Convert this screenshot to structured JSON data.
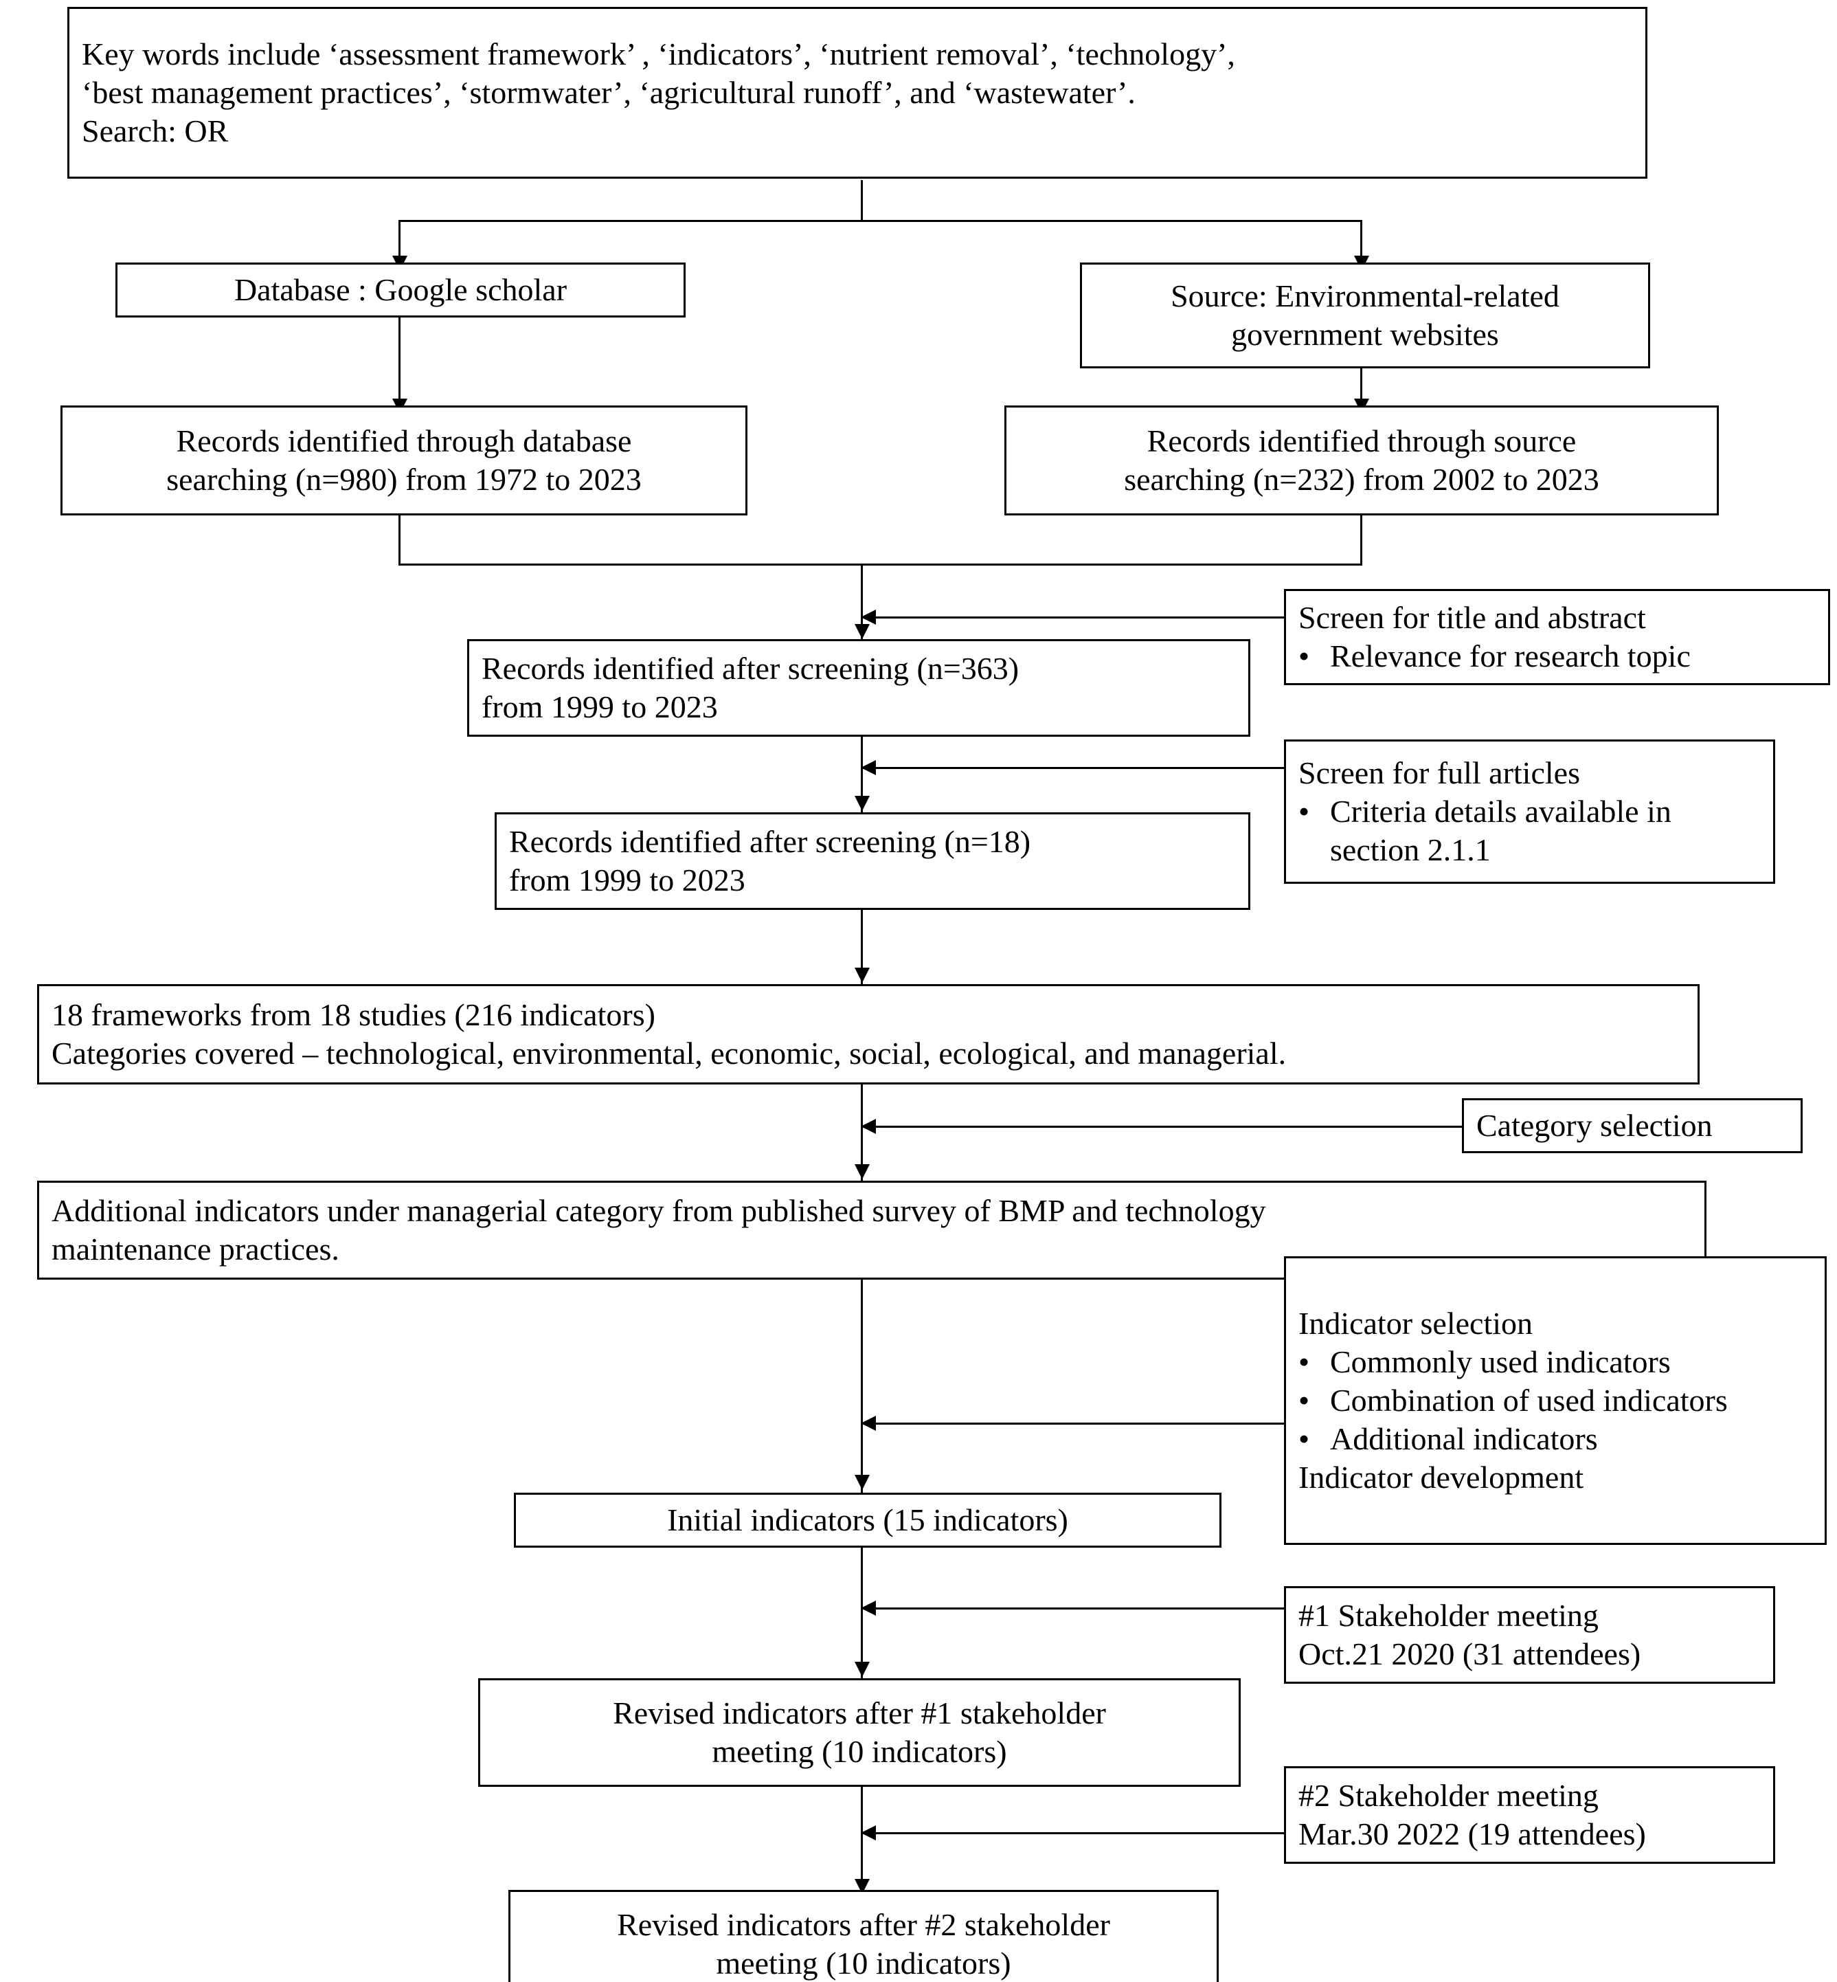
{
  "diagram": {
    "title": "Systematic review and indicator development flowchart",
    "accent_color": "#000000",
    "background_color": "#ffffff"
  },
  "nodes": {
    "keywords": {
      "line1": "Key words include ‘assessment framework’ , ‘indicators’, ‘nutrient removal’, ‘technology’,",
      "line2": "‘best management practices’, ‘stormwater’, ‘agricultural runoff’, and ‘wastewater’.",
      "line3": "Search: OR"
    },
    "database": {
      "line1": "Database : Google scholar"
    },
    "source": {
      "line1": "Source: Environmental-related",
      "line2": "government websites"
    },
    "records_database": {
      "line1": "Records identified through database",
      "line2": "searching (n=980) from 1972 to 2023"
    },
    "records_source": {
      "line1": "Records identified through source",
      "line2": "searching (n=232) from 2002 to 2023"
    },
    "screened_363": {
      "line1": "Records identified after screening (n=363)",
      "line2": "from 1999 to 2023"
    },
    "screened_18": {
      "line1": "Records identified after screening (n=18)",
      "line2": "from 1999 to 2023"
    },
    "screen_title_abstract": {
      "line1": "Screen for title and abstract",
      "bullets": [
        "Relevance for research topic"
      ]
    },
    "screen_full_articles": {
      "line1": "Screen for full articles",
      "bullets": [
        "Criteria details available in section 2.1.1"
      ]
    },
    "frameworks": {
      "line1": "18 frameworks from 18 studies (216 indicators)",
      "line2": "Categories covered – technological, environmental, economic, social, ecological, and managerial."
    },
    "category_selection": {
      "line1": "Category selection"
    },
    "additional_indicators": {
      "line1": "Additional indicators under managerial category from published survey of BMP and technology",
      "line2": "maintenance practices."
    },
    "indicator_selection": {
      "line1": "Indicator selection",
      "bullets": [
        "Commonly used indicators",
        "Combination of used indicators",
        "Additional indicators"
      ],
      "footer": "Indicator development"
    },
    "initial_indicators": {
      "line1": "Initial indicators (15 indicators)"
    },
    "meeting_1": {
      "line1": "#1 Stakeholder meeting",
      "line2": "Oct.21 2020 (31 attendees)"
    },
    "revised_1": {
      "line1": "Revised indicators after #1 stakeholder",
      "line2": "meeting (10 indicators)"
    },
    "meeting_2": {
      "line1": "#2 Stakeholder meeting",
      "line2": "Mar.30 2022 (19 attendees)"
    },
    "revised_2": {
      "line1": "Revised indicators after #2 stakeholder",
      "line2": "meeting (10 indicators)"
    }
  }
}
